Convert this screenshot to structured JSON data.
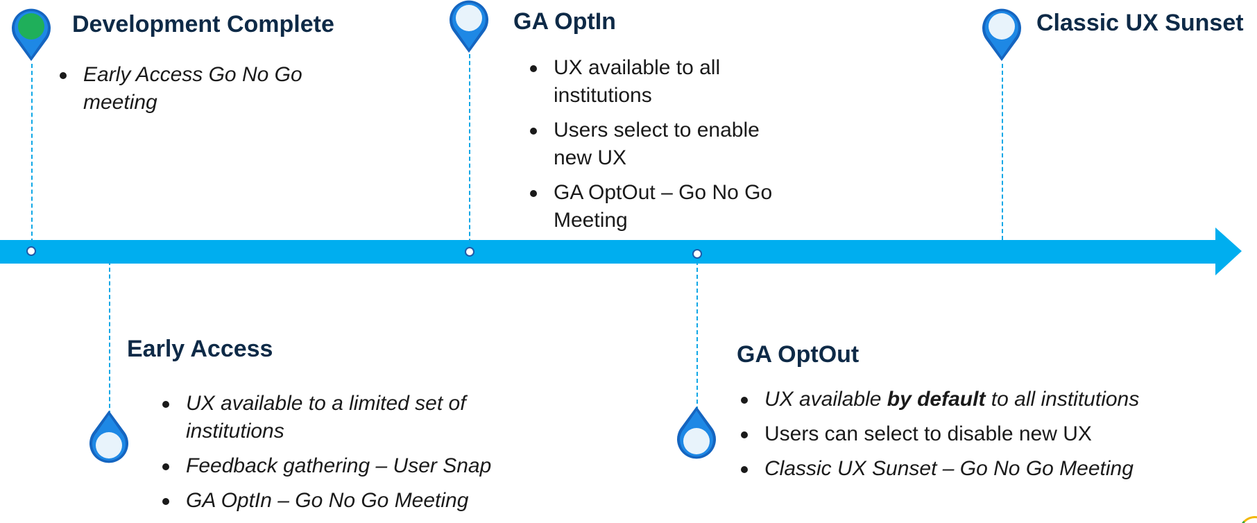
{
  "colors": {
    "arrow": "#00AEEF",
    "connector": "#0FA7E6",
    "pin_outer": "#1565C0",
    "pin_inner_default": "#E8F3FB",
    "pin_inner_complete": "#1FAF5A",
    "title": "#0E2A47"
  },
  "milestones": {
    "development_complete": {
      "title": "Development Complete",
      "pin_icon": "map-pin-complete-icon",
      "bullets": [
        "Early Access Go No Go meeting"
      ]
    },
    "ga_optin": {
      "title": "GA OptIn",
      "pin_icon": "map-pin-icon",
      "bullets": [
        "UX available to all institutions",
        "Users select to enable new UX",
        "GA OptOut – Go No Go Meeting"
      ]
    },
    "classic_sunset": {
      "title": "Classic UX Sunset",
      "pin_icon": "map-pin-icon"
    },
    "early_access": {
      "title": "Early Access",
      "pin_icon": "map-pin-icon",
      "bullets": [
        "UX available to a limited set of institutions",
        "Feedback gathering – User Snap",
        "GA OptIn – Go No Go Meeting"
      ]
    },
    "ga_optout": {
      "title": "GA OptOut",
      "pin_icon": "map-pin-icon",
      "bullet_1": {
        "before": "UX available ",
        "emphasis": "by default",
        "after": " to all institutions"
      },
      "bullets": [
        "Users can select to disable new UX",
        "Classic UX Sunset – Go No Go Meeting"
      ]
    }
  }
}
